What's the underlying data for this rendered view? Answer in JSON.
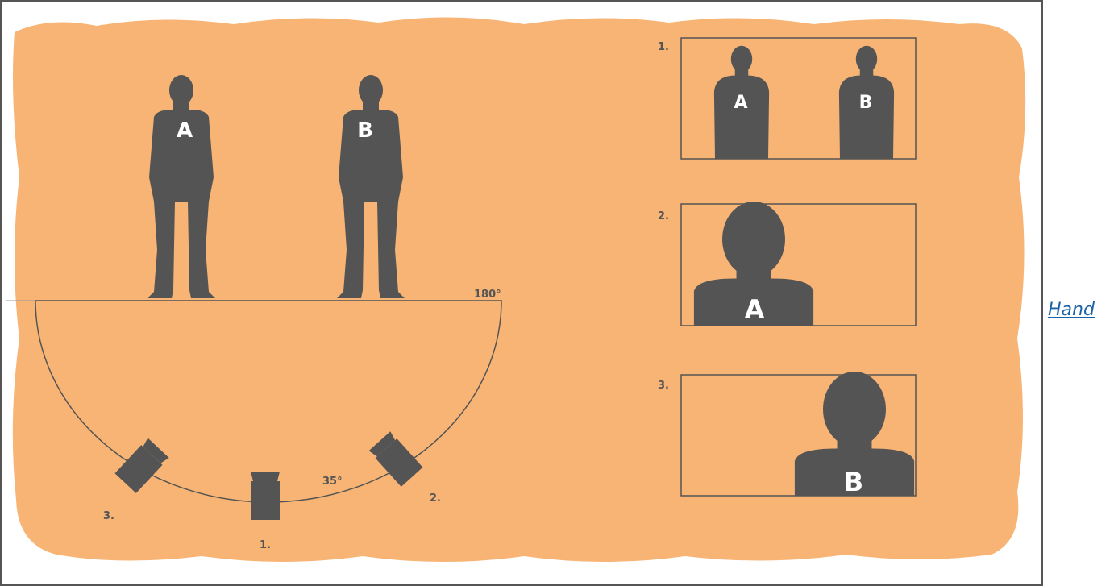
{
  "diagram": {
    "angle_full": "180°",
    "angle_small": "35°",
    "people": {
      "a": "A",
      "b": "B"
    },
    "cameras": {
      "c1": "1.",
      "c2": "2.",
      "c3": "3."
    },
    "shots": [
      {
        "number": "1.",
        "labels": [
          "A",
          "B"
        ]
      },
      {
        "number": "2.",
        "labels": [
          "A"
        ]
      },
      {
        "number": "3.",
        "labels": [
          "B"
        ]
      }
    ]
  },
  "colors": {
    "background": "#f8b474",
    "silhouette": "#545454",
    "line": "#545454",
    "frame": "#555555"
  },
  "link": {
    "label": "Hand"
  }
}
